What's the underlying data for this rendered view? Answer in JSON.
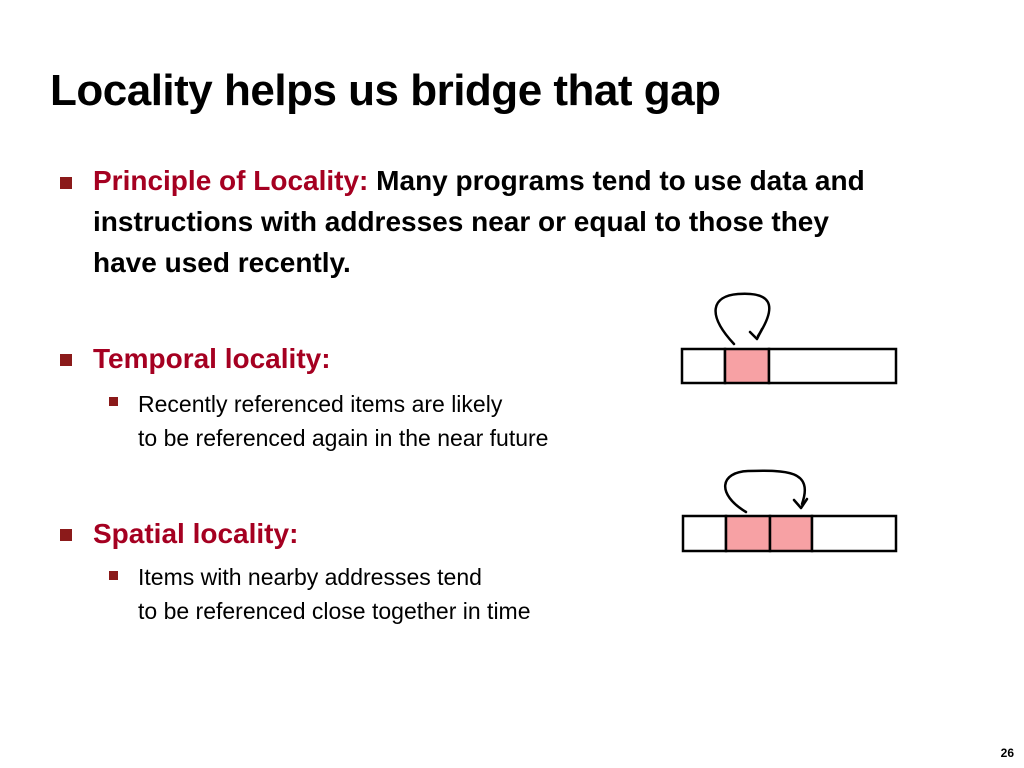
{
  "slide": {
    "title": "Locality helps us bridge that gap",
    "page_number": "26",
    "accent_color": "#a50021",
    "highlight_color": "#f7a1a4"
  },
  "principle": {
    "label": "Principle of Locality:",
    "text_line1": " Many programs tend to use data and",
    "text_line2": "instructions with addresses near or equal to those they",
    "text_line3": "have used recently."
  },
  "temporal": {
    "label": "Temporal locality:",
    "line1": "Recently referenced items are likely",
    "line2": "to be referenced again in the near future"
  },
  "spatial": {
    "label": "Spatial locality:",
    "line1": "Items with nearby addresses tend",
    "line2": "to be referenced close together in time"
  }
}
